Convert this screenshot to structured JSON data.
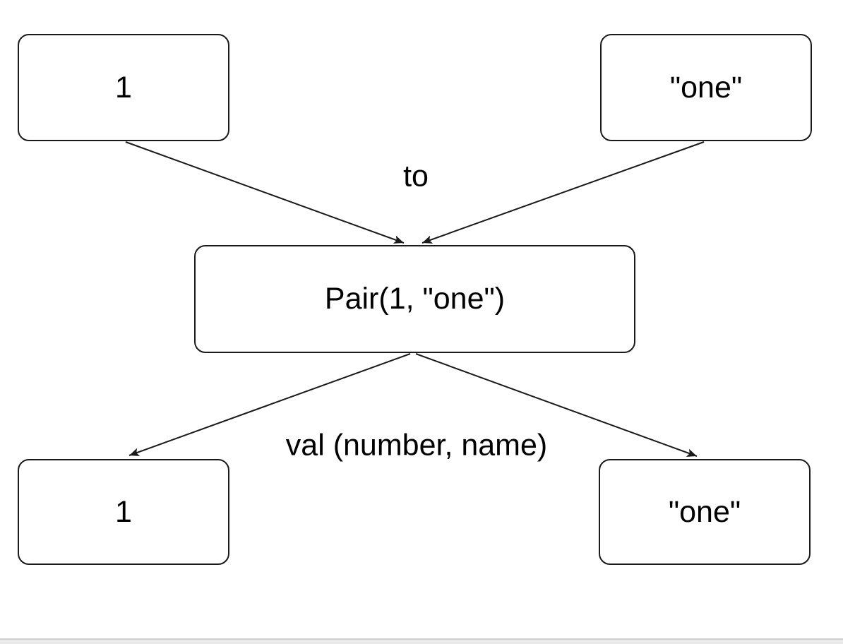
{
  "diagram": {
    "nodes": [
      {
        "id": "number-top",
        "label": "1"
      },
      {
        "id": "string-top",
        "label": "\"one\""
      },
      {
        "id": "pair",
        "label": "Pair(1, \"one\")"
      },
      {
        "id": "number-bottom",
        "label": "1"
      },
      {
        "id": "string-bottom",
        "label": "\"one\""
      }
    ],
    "edges": [
      {
        "from": "number-top",
        "to": "pair",
        "label": "to"
      },
      {
        "from": "string-top",
        "to": "pair",
        "label": "to"
      },
      {
        "from": "pair",
        "to": "number-bottom",
        "label": "val (number, name)"
      },
      {
        "from": "pair",
        "to": "string-bottom",
        "label": "val (number, name)"
      }
    ],
    "colors": {
      "node_fill": "#ffffff",
      "node_stroke": "#1a1a1a",
      "arrow": "#1a1a1a",
      "text": "#000000",
      "background": "#ffffff",
      "scrollbar_track": "#e9e9e9"
    }
  }
}
